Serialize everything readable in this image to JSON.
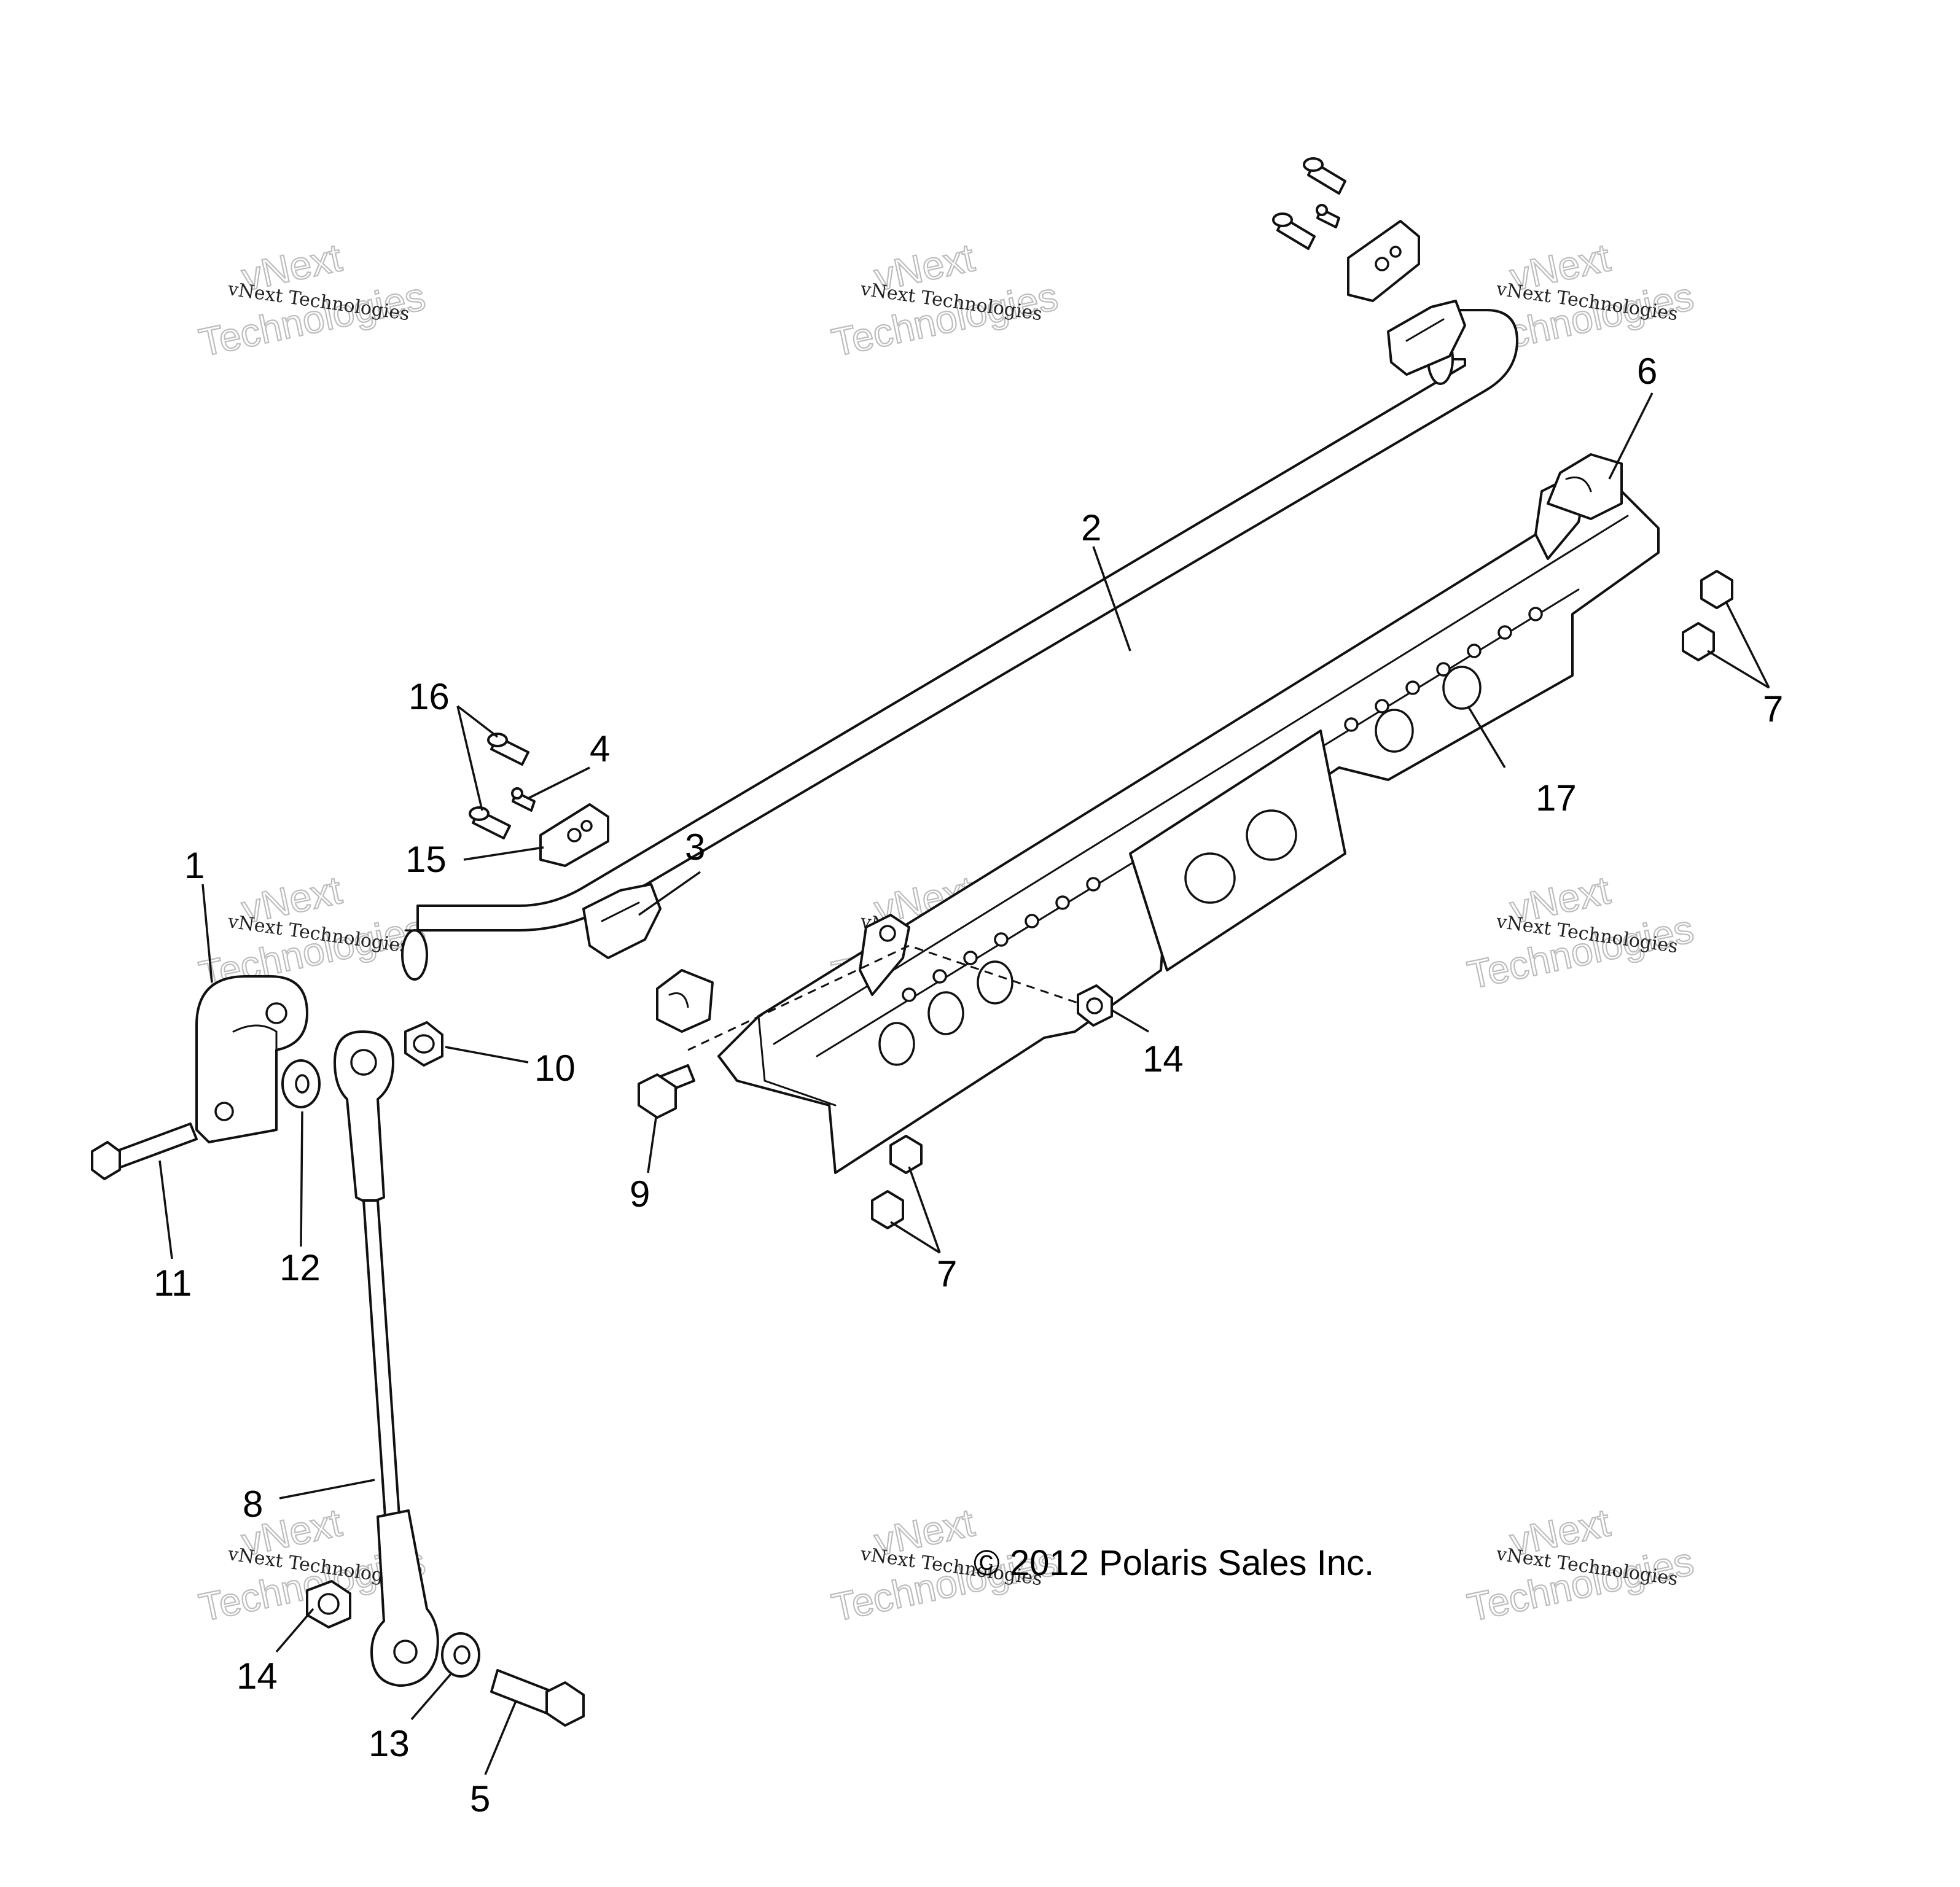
{
  "diagram": {
    "copyright": "© 2012 Polaris Sales Inc.",
    "watermark": {
      "line1": "vNext Technologies",
      "line2a": "vNext",
      "line2b": "Technologies"
    },
    "callouts": [
      "1",
      "2",
      "3",
      "4",
      "5",
      "6",
      "7",
      "7",
      "8",
      "9",
      "10",
      "11",
      "12",
      "13",
      "14",
      "14",
      "15",
      "16",
      "17"
    ]
  }
}
